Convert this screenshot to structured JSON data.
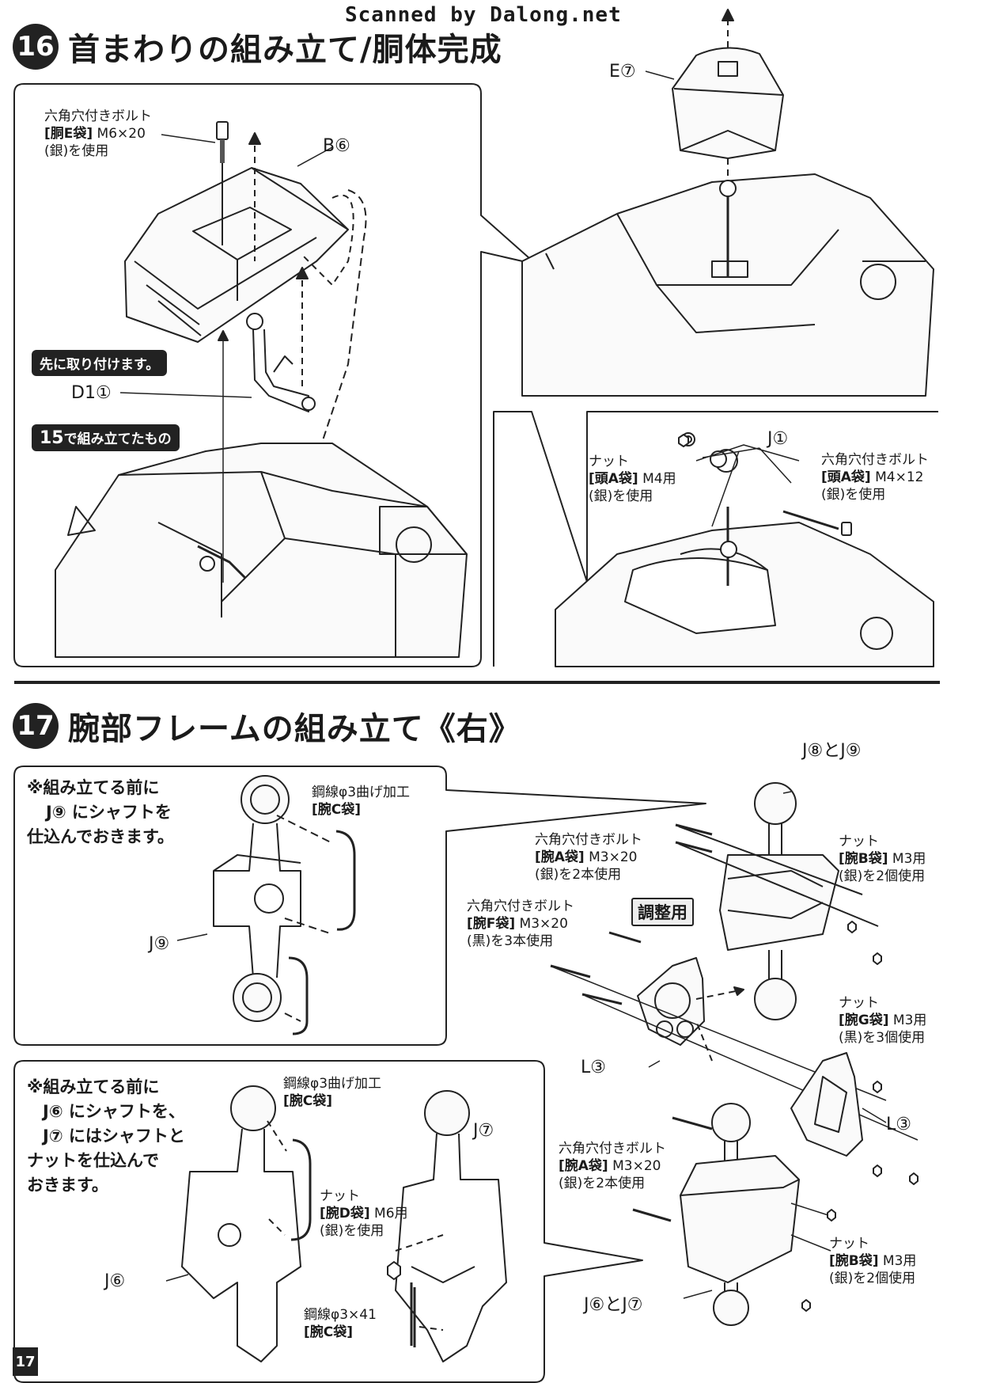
{
  "header": {
    "scan_credit": "Scanned by Dalong.net"
  },
  "step16": {
    "number": "16",
    "title": "首まわりの組み立て/胴体完成",
    "bolt_label": {
      "line1": "六角穴付きボルト",
      "bag": "[胴E袋]",
      "spec": " M6×20",
      "color": "(銀)を使用"
    },
    "part_b6": "B⑥",
    "part_d1": "D1①",
    "part_e7": "E⑦",
    "tag_first": "先に取り付けます。",
    "tag_from15_num": "15",
    "tag_from15_text": "で組み立てたもの",
    "inset": {
      "nut_label": {
        "line1": "ナット",
        "bag": "[頭A袋]",
        "spec": " M4用",
        "color": "(銀)を使用"
      },
      "part_j1": "J①",
      "bolt_label": {
        "line1": "六角穴付きボルト",
        "bag": "[頭A袋]",
        "spec": " M4×12",
        "color": "(銀)を使用"
      }
    }
  },
  "step17": {
    "number": "17",
    "title": "腕部フレームの組み立て《右》",
    "note_a": [
      "※組み立てる前に",
      "J⑨ にシャフトを",
      "仕込んでおきます。"
    ],
    "wire_a": {
      "line1": "鋼線φ3曲げ加工",
      "bag": "[腕C袋]"
    },
    "part_j9": "J⑨",
    "part_j8j9": "J⑧とJ⑨",
    "bolt_a": {
      "line1": "六角穴付きボルト",
      "bag": "[腕A袋]",
      "spec": " M3×20",
      "color": "(銀)を2本使用"
    },
    "nut_b": {
      "line1": "ナット",
      "bag": "[腕B袋]",
      "spec": " M3用",
      "color": "(銀)を2個使用"
    },
    "bolt_f": {
      "line1": "六角穴付きボルト",
      "bag": "[腕F袋]",
      "spec": " M3×20",
      "color": "(黒)を3本使用"
    },
    "adjust_tag": "調整用",
    "nut_g": {
      "line1": "ナット",
      "bag": "[腕G袋]",
      "spec": " M3用",
      "color": "(黒)を3個使用"
    },
    "part_l3_left": "L③",
    "part_l3_right": "L③",
    "note_b": [
      "※組み立てる前に",
      "J⑥ にシャフトを、",
      "J⑦ にはシャフトと",
      "ナットを仕込んで",
      "おきます。"
    ],
    "wire_b": {
      "line1": "鋼線φ3曲げ加工",
      "bag": "[腕C袋]"
    },
    "part_j7": "J⑦",
    "nut_d": {
      "line1": "ナット",
      "bag": "[腕D袋]",
      "spec": " M6用",
      "color": "(銀)を使用"
    },
    "part_j6": "J⑥",
    "wire_c": {
      "line1": "鋼線φ3×41",
      "bag": "[腕C袋]"
    },
    "bolt_a2": {
      "line1": "六角穴付きボルト",
      "bag": "[腕A袋]",
      "spec": " M3×20",
      "color": "(銀)を2本使用"
    },
    "nut_b2": {
      "line1": "ナット",
      "bag": "[腕B袋]",
      "spec": " M3用",
      "color": "(銀)を2個使用"
    },
    "part_j6j7": "J⑥とJ⑦"
  },
  "footer": {
    "page_number": "17"
  }
}
